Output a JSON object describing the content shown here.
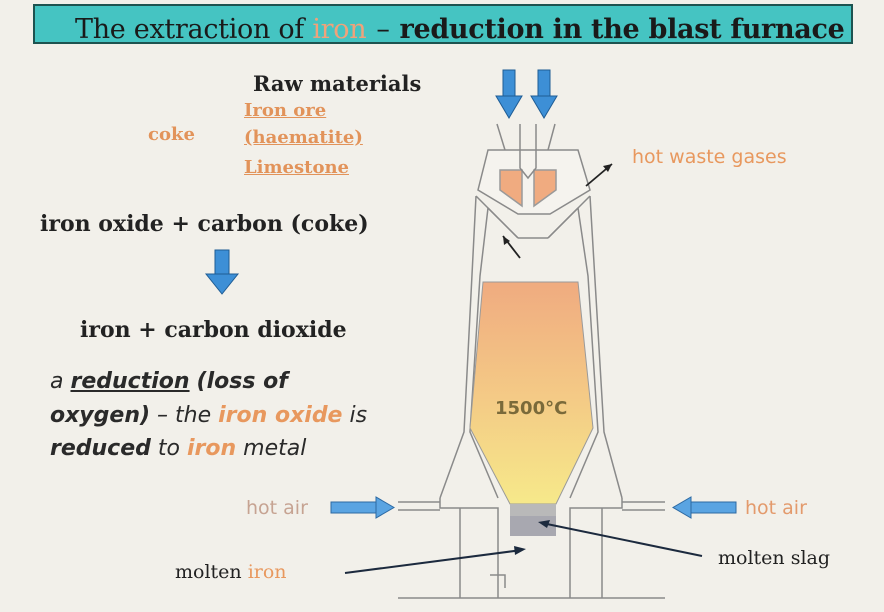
{
  "title": {
    "prefix": "The extraction of",
    "highlight": "iron",
    "dash": "–",
    "rest": "reduction in the blast furnace"
  },
  "raw_materials": {
    "heading": "Raw materials",
    "iron_ore": "Iron ore",
    "haematite": "(haematite)",
    "limestone": "Limestone",
    "coke": "coke"
  },
  "equation": {
    "reactants": "iron oxide + carbon (coke)",
    "products": "iron + carbon dioxide"
  },
  "explanation": {
    "line1_a": "a",
    "line1_b": "reduction",
    "line1_c": "(loss of",
    "line2_a": "oxygen)",
    "line2_b": "– the",
    "line2_c": "iron oxide",
    "line2_d": "is",
    "line3_a": "reduced",
    "line3_b": "to",
    "line3_c": "iron",
    "line3_d": "metal"
  },
  "labels": {
    "hot_waste_gases": "hot waste gases",
    "temperature": "1500°C",
    "hot_air_left": "hot air",
    "hot_air_right": "hot air",
    "molten_slag": "molten slag",
    "molten_prefix": "molten",
    "molten_iron_word": "iron"
  },
  "colors": {
    "title_bg": "#45c4c2",
    "highlight": "#e8985e",
    "arrow_blue": "#3d8fd6",
    "furnace_top": "#f0ab80",
    "furnace_bottom": "#f6e98a"
  }
}
